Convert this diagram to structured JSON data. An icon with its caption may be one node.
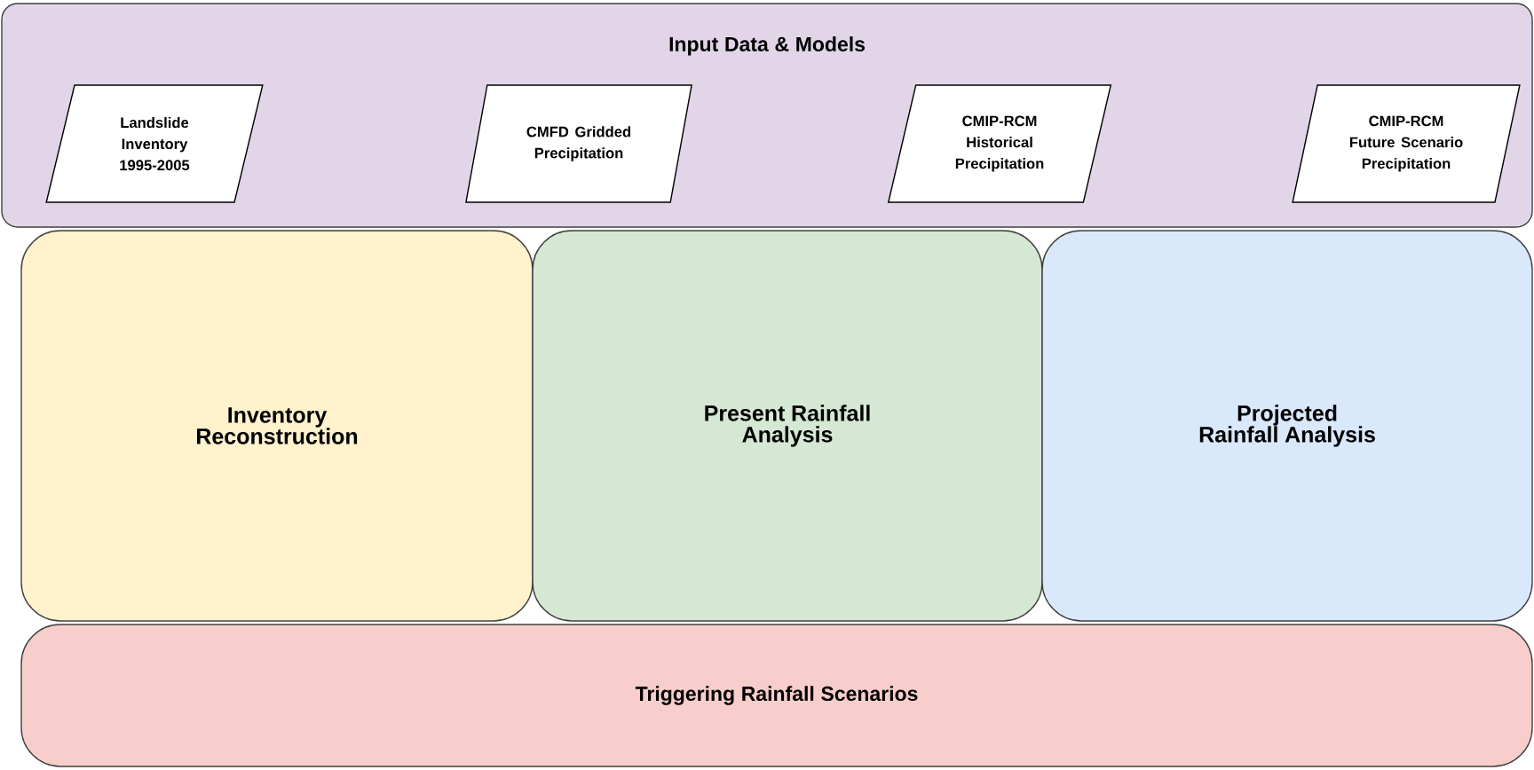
{
  "diagram": {
    "nodes": [
      {
        "text": [
          "Input Data & Models"
        ]
      },
      {
        "text": [
          "Landslide Inventory 1995-2005"
        ],
        "in": 0
      },
      {
        "text": [
          "CMFD Gridded Precipitation"
        ],
        "in": 0
      },
      {
        "text": [
          "CMIP-RCM Historical Precipitation"
        ],
        "in": 0
      },
      {
        "text": [
          "CMIP-RCM Future Scenario Precipitation"
        ],
        "in": 0
      },
      {
        "text": [
          "Inventory Reconstruction"
        ]
      },
      {
        "text": [
          "Present Rainfall Analysis"
        ]
      },
      {
        "text": [
          "Projected Rainfall Analysis"
        ]
      },
      {
        "text": [
          "Triggering Rainfall Scenarios"
        ]
      }
    ]
  }
}
